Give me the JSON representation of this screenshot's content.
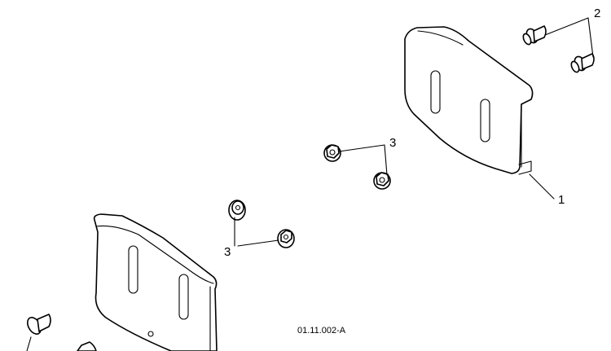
{
  "callouts": {
    "skid_shoe": "1",
    "carriage_bolt": "2",
    "flange_nut": "3"
  },
  "figure_code": "01.11.002-A"
}
